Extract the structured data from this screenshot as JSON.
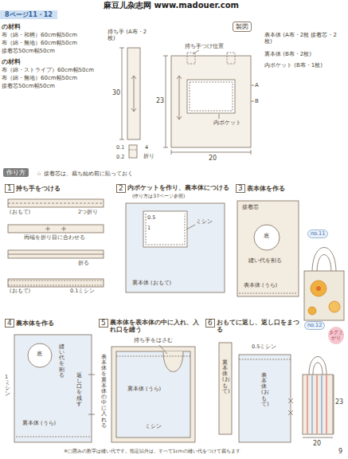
{
  "diagram": {
    "nodes": [
      {
        "text": [
          "8ページ11・12"
        ]
      },
      {
        "text": [
          "製図"
        ]
      },
      {
        "text": [
          "作り方"
        ]
      },
      {
        "text": [
          "no.11"
        ]
      },
      {
        "text": [
          "no.12"
        ]
      },
      {
        "text": [
          "タグ上がり"
        ]
      }
    ],
    "labels": [
      "麻豆儿杂志网 www.madouer.com",
      "の材料",
      "布（綿・和柄）60cm幅50cm",
      "布（綿・無地）60cm幅50cm",
      "接着芯50cm幅50cm",
      "の材料",
      "布（綿・ストライプ）60cm幅50cm",
      "布（綿・無地）60cm幅50cm",
      "接着芯50cm幅50cm",
      "持ち手 (A布・2枚)",
      "30",
      "0.1",
      "0.2",
      "4",
      "折り",
      "持ち手つけ位置",
      "内ポケット",
      "23",
      "20",
      "A",
      "B",
      "表本体 (A布・2枚 接着芯・2枚)",
      "裏本体 (B布・2枚)",
      "内ポケット (B布・1枚)",
      "☆ 接着芯は、裁ち始め前に貼っておく",
      "1",
      "持ち手をつける",
      "(おもて)",
      "2つ折り",
      "両端を折り目に合わせる",
      "折る",
      "0.1ミシン",
      "(おもて)",
      "2",
      "内ポケットを作り、裏本体につける",
      "(作り方は37ページ参照)",
      "0.5",
      "1",
      "ミシン",
      "裏本体 (おもて)",
      "3",
      "表本体を作る",
      "接着芯",
      "底",
      "縫い代を割る",
      "表本体 (うら)",
      "4",
      "裏本体を作る",
      "底",
      "縫い代を割る",
      "返し口を残す",
      "裏本体 (うら)",
      "1ミシン",
      "5",
      "裏本体を表本体の中に入れ、入れ口を縫う",
      "持ち手をはさむ",
      "表本体を裏本体の中に入れる",
      "裏本体 (うら)",
      "ミシン",
      "6",
      "おもてに返し、返し口をまつる",
      "0.5ミシン",
      "裏本体 (おもて)",
      "表本体 (おもて)",
      "23",
      "20",
      "※□囲みの数字は縫い代です。指定以外は、すべて1cmの縫い代をつけて裁ちます",
      "9"
    ]
  }
}
